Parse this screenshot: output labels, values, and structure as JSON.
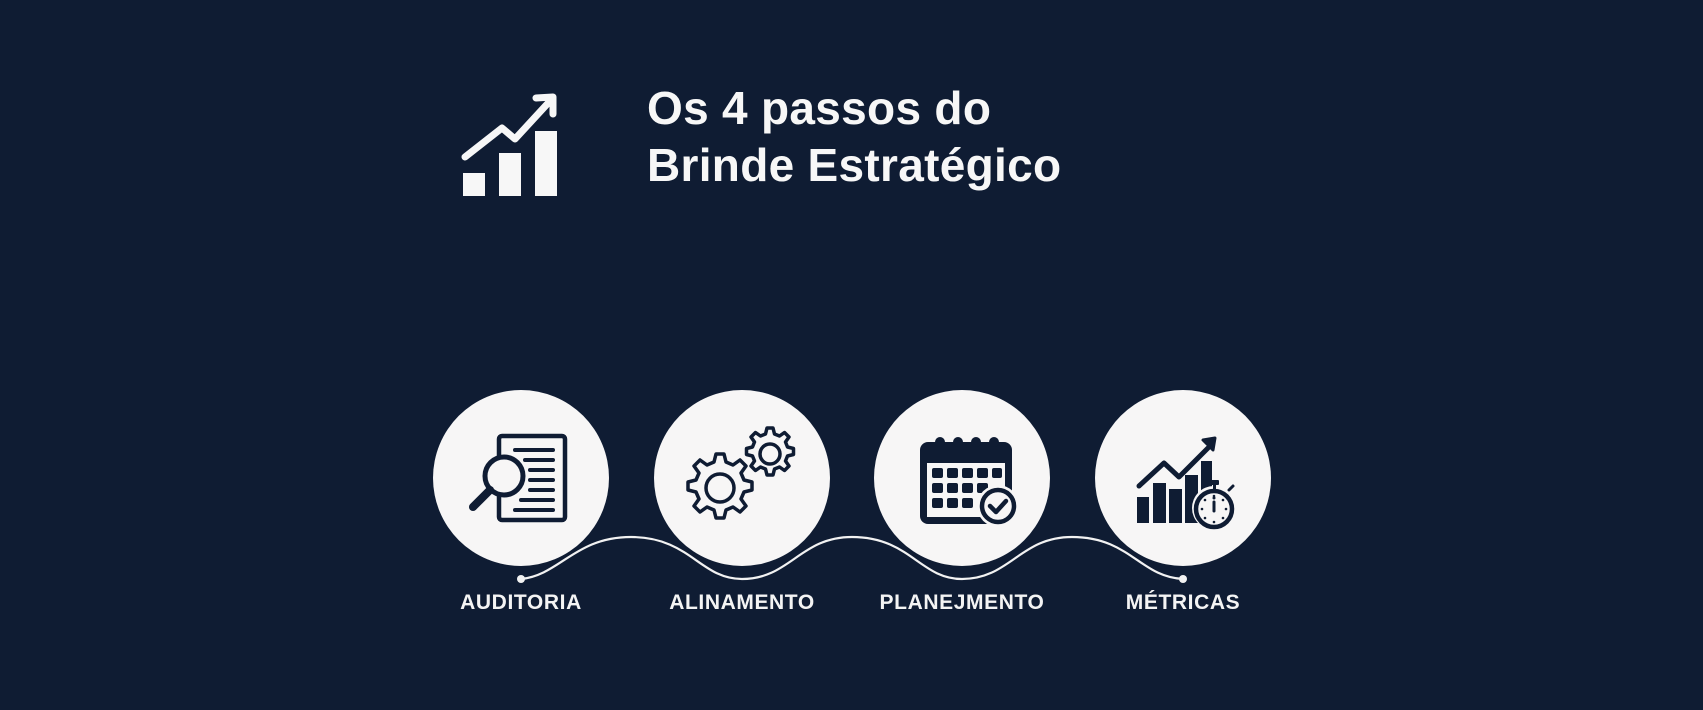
{
  "header": {
    "icon": "growth-chart-icon",
    "title_line1": "Os 4 passos do",
    "title_line2": "Brinde Estratégico"
  },
  "steps": [
    {
      "label": "AUDITORIA",
      "icon": "document-search-icon"
    },
    {
      "label": "ALINAMENTO",
      "icon": "gears-icon"
    },
    {
      "label": "PLANEJMENTO",
      "icon": "calendar-check-icon"
    },
    {
      "label": "MÉTRICAS",
      "icon": "chart-stopwatch-icon"
    }
  ],
  "colors": {
    "background": "#0f1c33",
    "circle": "#f7f6f6",
    "icon": "#0f1c33",
    "text": "#f7f7f7"
  }
}
